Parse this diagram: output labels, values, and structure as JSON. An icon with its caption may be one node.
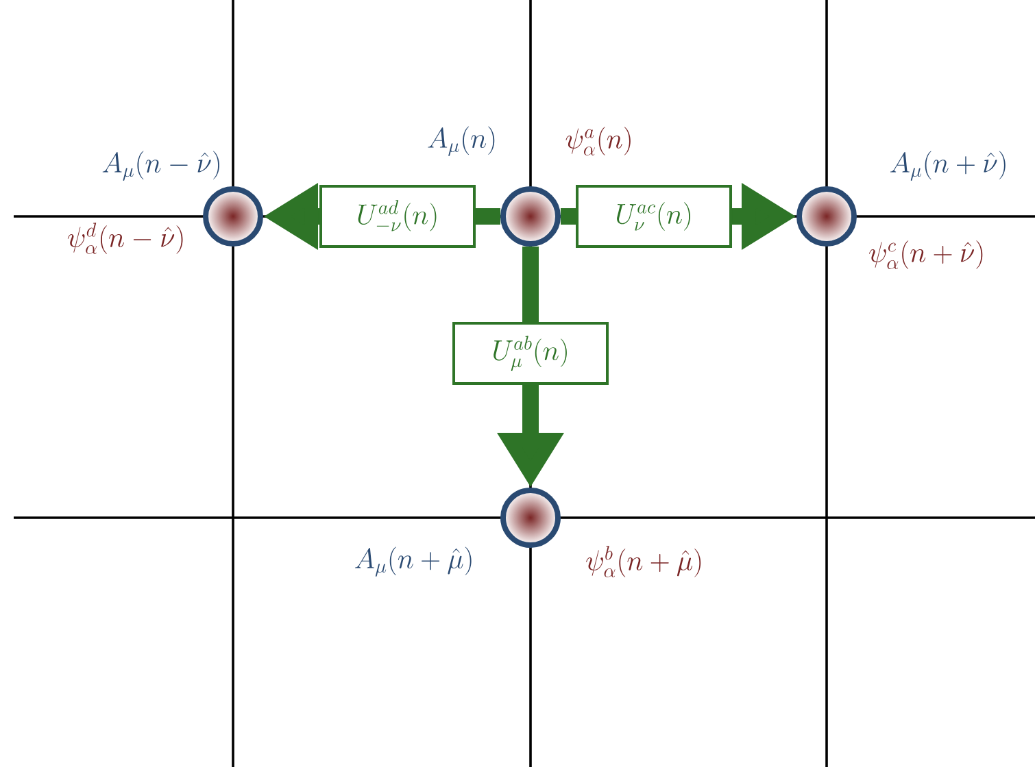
{
  "diagram": {
    "nodes": [
      {
        "text": [],
        "shape": "circle",
        "beside": [
          "A_\\mu(n-\\hat{\\nu})",
          "\\psi^d_\\alpha(n-\\hat{\\nu})"
        ]
      },
      {
        "text": [],
        "shape": "circle",
        "beside": [
          "A_\\mu(n)",
          "\\psi^a_\\alpha(n)"
        ]
      },
      {
        "text": [],
        "shape": "circle",
        "beside": [
          "A_\\mu(n+\\hat{\\nu})",
          "\\psi^c_\\alpha(n+\\hat{\\nu})"
        ]
      },
      {
        "text": [],
        "shape": "circle",
        "beside": [
          "A_\\mu(n+\\hat{\\mu})",
          "\\psi^b_\\alpha(n+\\hat{\\mu})"
        ]
      }
    ],
    "edges": [
      {
        "from": 1,
        "to": 0,
        "arrow": "to",
        "label": "U^{ad}_{-\\nu}(n)"
      },
      {
        "from": 1,
        "to": 2,
        "arrow": "to",
        "label": "U^{ac}_{\\nu}(n)"
      },
      {
        "from": 1,
        "to": 3,
        "arrow": "to",
        "label": "U^{ab}_{\\mu}(n)"
      }
    ]
  }
}
